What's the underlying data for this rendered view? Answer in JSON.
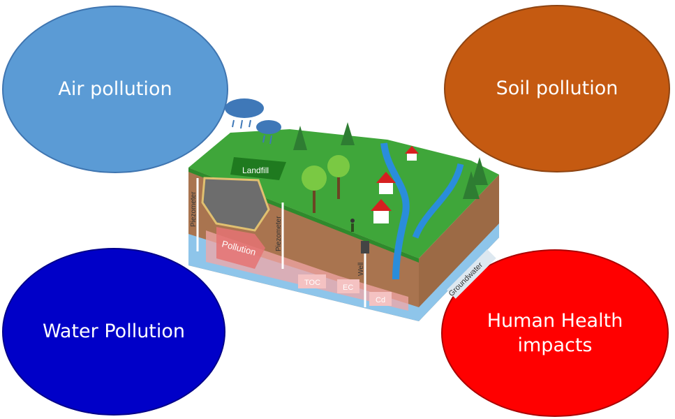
{
  "bubbles": {
    "air": {
      "label": "Air pollution",
      "color": "#5b9bd5"
    },
    "soil": {
      "label": "Soil pollution",
      "color": "#c55a11"
    },
    "water": {
      "label": "Water Pollution",
      "color": "#0000c8"
    },
    "health": {
      "label": "Human Health impacts",
      "color": "#ff0000"
    }
  },
  "diagram": {
    "landfill": "Landfill",
    "piezometer_left": "Piezometer",
    "piezometer_right": "Piezometer",
    "pollution": "Pollution",
    "well": "Well",
    "groundwater": "Groundwater",
    "toc": "TOC",
    "ec": "EC",
    "cd": "Cd"
  }
}
